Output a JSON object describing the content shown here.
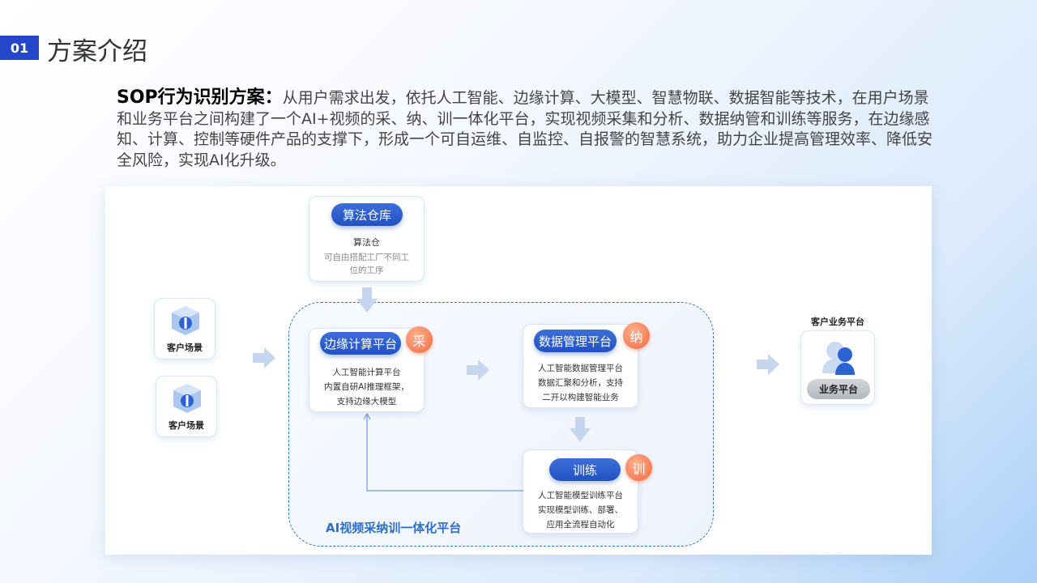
{
  "header": {
    "badge": "01",
    "title": "方案介绍"
  },
  "intro": {
    "lead": "SOP行为识别方案：",
    "body": "从用户需求出发，依托人工智能、边缘计算、大模型、智慧物联、数据智能等技术，在用户场景和业务平台之间构建了一个AI+视频的采、纳、训一体化平台，实现视频采集和分析、数据纳管和训练等服务，在边缘感知、计算、控制等硬件产品的支撑下，形成一个可自运维、自监控、自报警的智慧系统，助力企业提高管理效率、降低安全风险，实现AI化升级。"
  },
  "diagram": {
    "algo": {
      "label": "算法仓库",
      "title": "算法仓",
      "desc_lines": [
        "可自由搭配工厂不同工",
        "位的工序"
      ]
    },
    "scenes": [
      {
        "label": "客户场景"
      },
      {
        "label": "客户场景"
      }
    ],
    "edge": {
      "label": "边缘计算平台",
      "badge": "采",
      "desc_lines": [
        "人工智能计算平台",
        "内置自研AI推理框架，",
        "支持边缘大模型"
      ]
    },
    "data_mgmt": {
      "label": "数据管理平台",
      "badge": "纳",
      "desc_lines": [
        "人工智能数据管理平台",
        "数据汇聚和分析，支持",
        "二开以构建智能业务"
      ]
    },
    "training": {
      "label": "训练",
      "badge": "训",
      "desc_lines": [
        "人工智能模型训练平台",
        "实现模型训练、部署、",
        "应用全流程自动化"
      ]
    },
    "platform_label": "AI视频采纳训一体化平台",
    "business": {
      "title": "客户业务平台",
      "label": "业务平台"
    },
    "colors": {
      "primary": "#2251c1",
      "accent": "#f0673d",
      "outline": "#3b76c4"
    }
  }
}
